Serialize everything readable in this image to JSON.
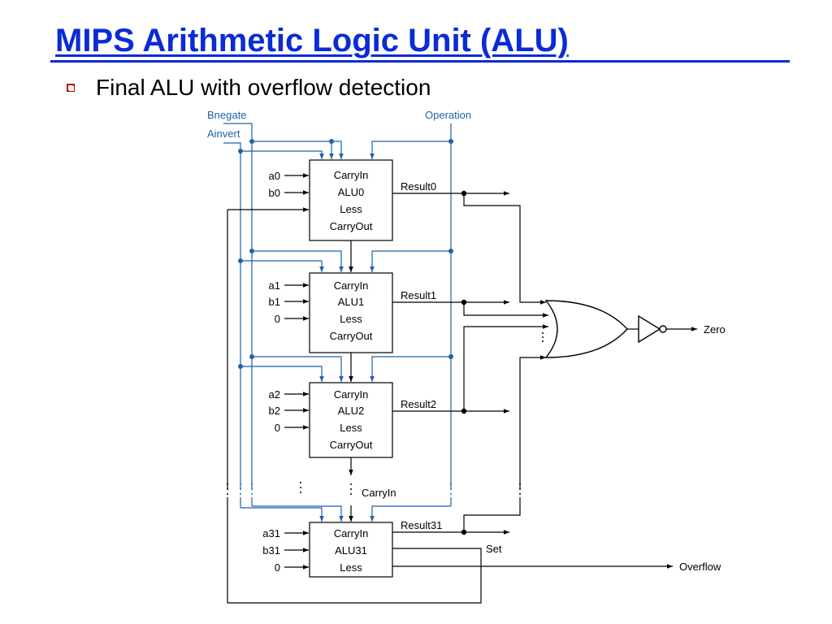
{
  "slide": {
    "title": "MIPS Arithmetic Logic Unit (ALU)",
    "bullet": "Final ALU with overflow detection"
  },
  "colors": {
    "title": "#0A2BD6",
    "bullet": "#C00000",
    "control": "#1F62A8",
    "wire": "#000000"
  },
  "diagram": {
    "control_labels": {
      "bnegate": "Bnegate",
      "ainvert": "Ainvert",
      "operation": "Operation"
    },
    "alus": [
      {
        "block": {
          "carry_in": "CarryIn",
          "name": "ALU0",
          "less": "Less",
          "carry_out": "CarryOut"
        },
        "input_a": "a0",
        "input_b": "b0",
        "result": "Result0"
      },
      {
        "block": {
          "carry_in": "CarryIn",
          "name": "ALU1",
          "less": "Less",
          "carry_out": "CarryOut"
        },
        "input_a": "a1",
        "input_b": "b1",
        "less_input": "0",
        "result": "Result1"
      },
      {
        "block": {
          "carry_in": "CarryIn",
          "name": "ALU2",
          "less": "Less",
          "carry_out": "CarryOut"
        },
        "input_a": "a2",
        "input_b": "b2",
        "less_input": "0",
        "result": "Result2"
      },
      {
        "block": {
          "carry_in": "CarryIn",
          "name": "ALU31",
          "less": "Less"
        },
        "input_a": "a31",
        "input_b": "b31",
        "less_input": "0",
        "result": "Result31"
      }
    ],
    "carry_in_label": "CarryIn",
    "set_label": "Set",
    "zero_label": "Zero",
    "overflow_label": "Overflow"
  }
}
